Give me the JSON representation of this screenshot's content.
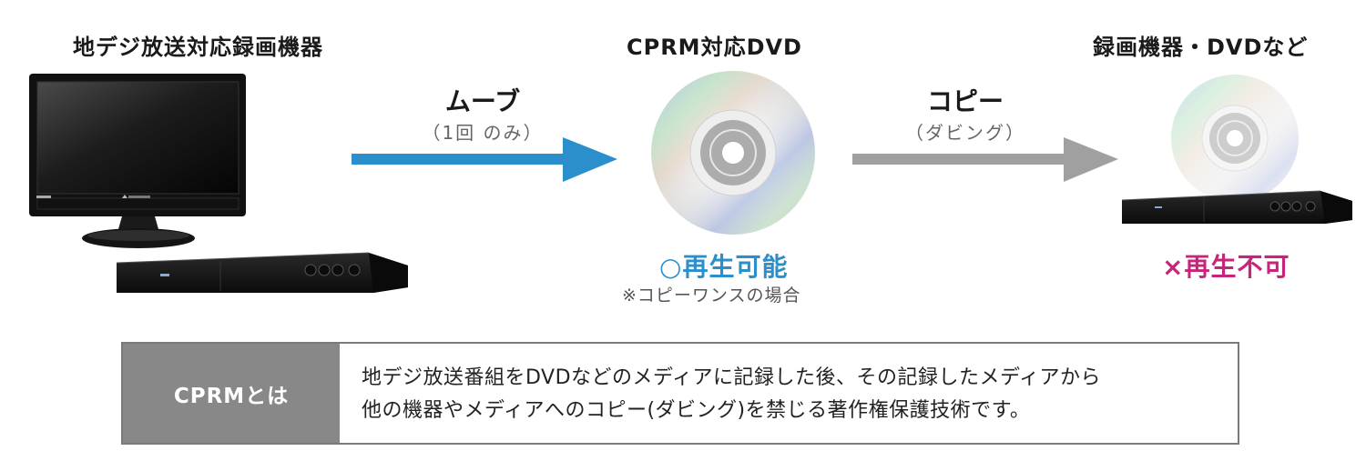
{
  "colors": {
    "move_arrow": "#2a8fcb",
    "copy_arrow": "#a0a0a0",
    "playable": "#2a8fcb",
    "not_playable": "#c8247a",
    "label_bg": "#888888"
  },
  "columns": [
    {
      "title": "地デジ放送対応録画機器",
      "devices": [
        "monitor",
        "bluray-recorder"
      ]
    },
    {
      "title": "CPRM対応DVD",
      "status_icon": "circle-mark",
      "status_label": "再生可能",
      "note": "※コピーワンスの場合"
    },
    {
      "title": "録画機器・DVDなど",
      "status_icon": "cross-mark",
      "status_label": "再生不可"
    }
  ],
  "arrows": [
    {
      "label": "ムーブ",
      "sublabel": "（1回 のみ）",
      "color": "#2a8fcb"
    },
    {
      "label": "コピー",
      "sublabel": "（ダビング）",
      "color": "#a0a0a0"
    }
  ],
  "status_marks": {
    "playable_symbol": "○",
    "not_playable_symbol": "×"
  },
  "definition": {
    "label": "CPRMとは",
    "lines": [
      "地デジ放送番組をDVDなどのメディアに記録した後、その記録したメディアから",
      "他の機器やメディアへのコピー(ダビング)を禁じる著作権保護技術です。"
    ]
  }
}
